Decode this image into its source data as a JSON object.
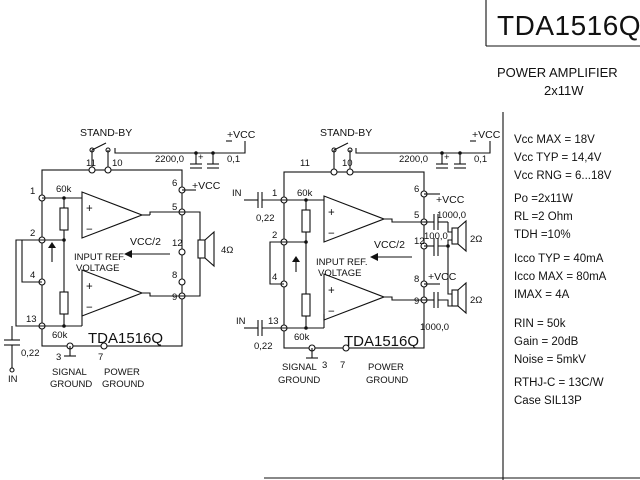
{
  "title": "TDA1516Q",
  "subtitle": {
    "line1": "POWER AMPLIFIER",
    "line2": "2x11W"
  },
  "circuit_a": {
    "stand_by": "STAND-BY",
    "vcc_top": "+VCC",
    "vcc_mid": "+VCC",
    "cap1": "2200,0",
    "cap2": "0,1",
    "r1": "60k",
    "r2": "60k",
    "vref": "VCC/2",
    "input_ref_1": "INPUT REF.",
    "input_ref_2": "VOLTAGE",
    "speaker": "4Ω",
    "in_label": "IN",
    "in_cap": "0,22",
    "chip_label": "TDA1516Q",
    "signal_ground_1": "SIGNAL",
    "signal_ground_2": "GROUND",
    "power_ground_1": "POWER",
    "power_ground_2": "GROUND",
    "plus": "+",
    "minus": "−",
    "pins": {
      "p1": "1",
      "p2": "2",
      "p3": "3",
      "p4": "4",
      "p5": "5",
      "p6": "6",
      "p7": "7",
      "p8": "8",
      "p9": "9",
      "p10": "10",
      "p11": "11",
      "p12": "12",
      "p13": "13"
    }
  },
  "circuit_b": {
    "stand_by": "STAND-BY",
    "vcc_top": "+VCC",
    "vcc_mid": "+VCC",
    "vcc_low": "+VCC",
    "cap1": "2200,0",
    "cap2": "0,1",
    "r1": "60k",
    "r2": "60k",
    "vref": "VCC/2",
    "input_ref_1": "INPUT REF.",
    "input_ref_2": "VOLTAGE",
    "in1_label": "IN",
    "in1_cap": "0,22",
    "in2_label": "IN",
    "in2_cap": "0,22",
    "out_cap1": "1000,0",
    "out_cap2": "100,0",
    "out_cap3": "1000,0",
    "speaker1": "2Ω",
    "speaker2": "2Ω",
    "chip_label": "TDA1516Q",
    "signal_ground_1": "SIGNAL",
    "signal_ground_2": "GROUND",
    "power_ground_1": "POWER",
    "power_ground_2": "GROUND",
    "plus": "+",
    "minus": "−",
    "pins": {
      "p1": "1",
      "p2": "2",
      "p3": "3",
      "p4": "4",
      "p5": "5",
      "p6": "6",
      "p7": "7",
      "p8": "8",
      "p9": "9",
      "p10": "10",
      "p11": "11",
      "p12": "12",
      "p13": "13"
    }
  },
  "specs": {
    "vcc_max": "Vcc MAX = 18V",
    "vcc_typ": "Vcc TYP = 14,4V",
    "vcc_rng": "Vcc RNG = 6...18V",
    "po": "Po  =2x11W",
    "rl": "RL  =2 Ohm",
    "tdh": "TDH =10%",
    "icco_typ": "Icco TYP = 40mA",
    "icco_max": "Icco MAX = 80mA",
    "imax": "IMAX  =   4A",
    "rin": "RIN  = 50k",
    "gain": "Gain = 20dB",
    "noise": "Noise = 5mkV",
    "rthj": "RTHJ-C = 13C/W",
    "case": "Case SIL13P"
  }
}
